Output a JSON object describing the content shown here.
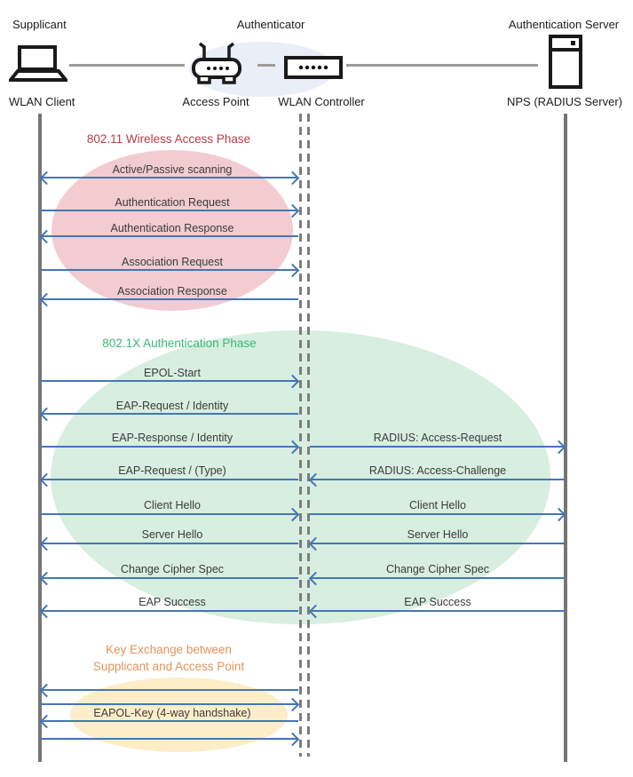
{
  "actors": {
    "supplicant": {
      "role": "Supplicant",
      "device": "WLAN Client"
    },
    "authenticator": {
      "role": "Authenticator",
      "access_point": "Access Point",
      "wlan_controller": "WLAN Controller"
    },
    "authentication_server": {
      "role": "Authentication Server",
      "device": "NPS (RADIUS Server)"
    }
  },
  "phases": {
    "wireless_access": {
      "title": "802.11 Wireless Access Phase",
      "title_color": "#b93c46",
      "fill": "#f2ccd1"
    },
    "authentication": {
      "title": "802.1X Authentication Phase",
      "title_color": "#3cb878",
      "fill": "#d7eee0"
    },
    "key_exchange": {
      "title_line1": "Key Exchange between",
      "title_line2": "Supplicant and Access Point",
      "title_color": "#e2945a",
      "fill": "#fdeec9"
    }
  },
  "messages": {
    "client_to_controller": [
      {
        "label": "Active/Passive scanning",
        "direction": "both"
      },
      {
        "label": "Authentication Request",
        "direction": "right"
      },
      {
        "label": "Authentication Response",
        "direction": "left"
      },
      {
        "label": "Association Request",
        "direction": "right"
      },
      {
        "label": "Association Response",
        "direction": "left"
      },
      {
        "label": "EPOL-Start",
        "direction": "right"
      },
      {
        "label": "EAP-Request / Identity",
        "direction": "left"
      },
      {
        "label": "EAP-Response / Identity",
        "direction": "right"
      },
      {
        "label": "EAP-Request / (Type)",
        "direction": "left"
      },
      {
        "label": "Client Hello",
        "direction": "right"
      },
      {
        "label": "Server Hello",
        "direction": "left"
      },
      {
        "label": "Change Cipher Spec",
        "direction": "left"
      },
      {
        "label": "EAP Success",
        "direction": "left"
      }
    ],
    "controller_to_server": [
      {
        "label": "RADIUS: Access-Request",
        "direction": "right"
      },
      {
        "label": "RADIUS: Access-Challenge",
        "direction": "left"
      },
      {
        "label": "Client Hello",
        "direction": "right"
      },
      {
        "label": "Server Hello",
        "direction": "left"
      },
      {
        "label": "Change Cipher Spec",
        "direction": "left"
      },
      {
        "label": "EAP Success",
        "direction": "left"
      }
    ],
    "key_exchange": {
      "label": "EAPOL-Key (4-way handshake)",
      "arrows": [
        "left",
        "right",
        "left",
        "right"
      ]
    }
  },
  "colors": {
    "arrow": "#4576b5",
    "lifeline": "#757575",
    "connector": "#9b9b9b",
    "authenticator_halo": "#e9eef7"
  }
}
